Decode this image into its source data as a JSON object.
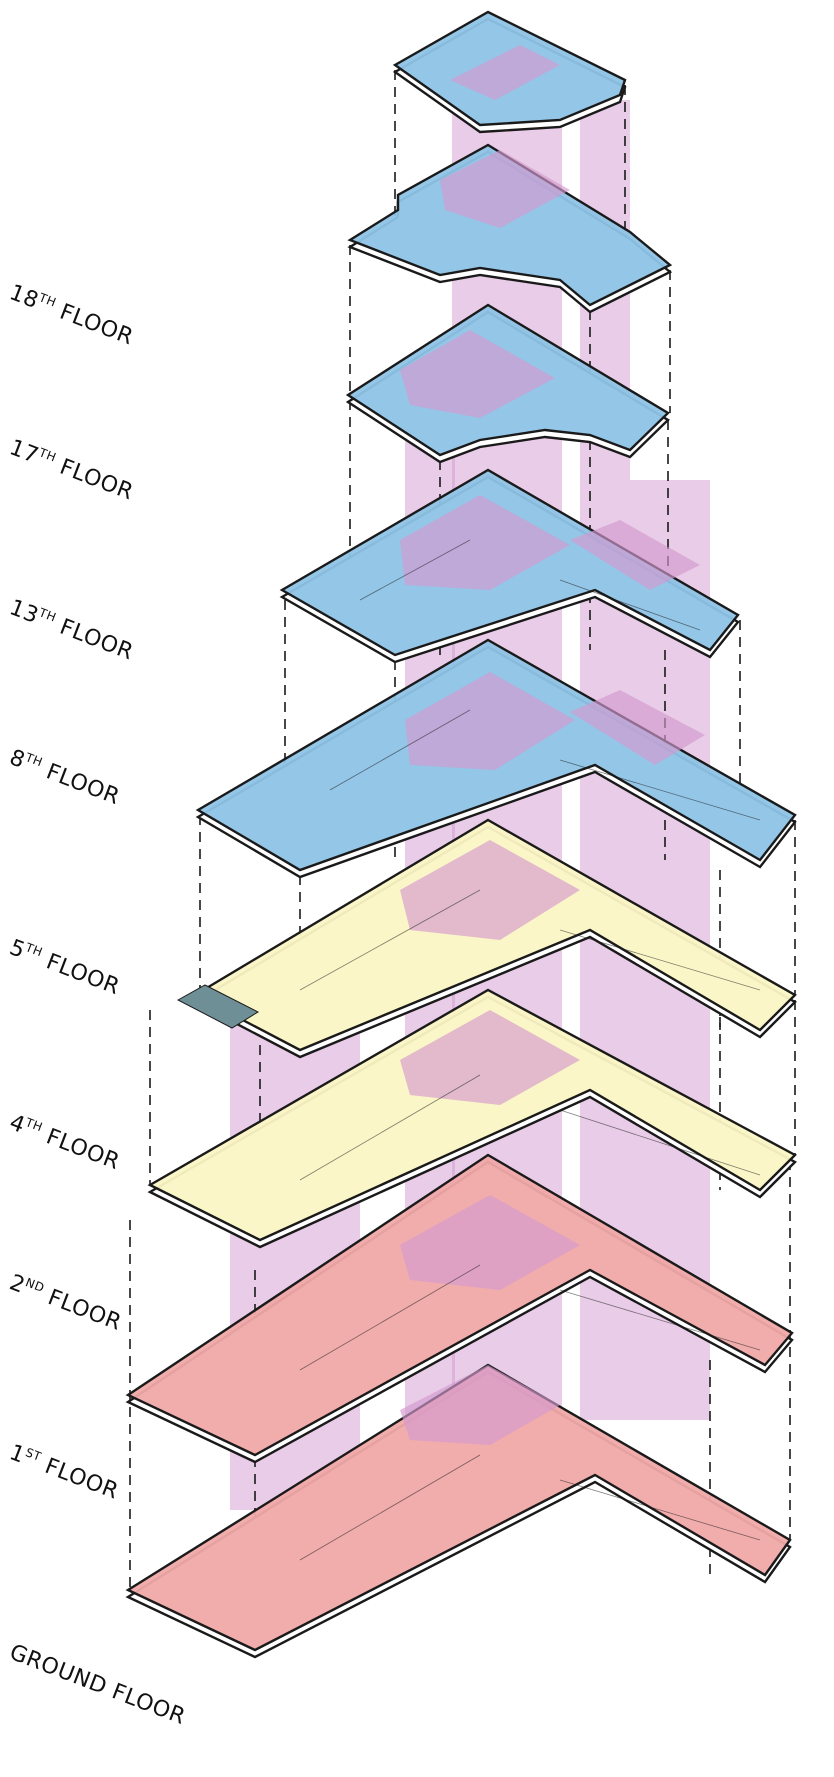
{
  "colors": {
    "blue": "#8ec3e6",
    "pink": "#f0a8a8",
    "yellow": "#fbf6c4",
    "core": "#d49ad0",
    "line": "#1a1a1a",
    "pool": "#6f8f96"
  },
  "floors": [
    {
      "num": "18",
      "suffix": "TH",
      "word": "FLOOR"
    },
    {
      "num": "17",
      "suffix": "TH",
      "word": "FLOOR"
    },
    {
      "num": "13",
      "suffix": "TH",
      "word": "FLOOR"
    },
    {
      "num": "8",
      "suffix": "TH",
      "word": "FLOOR"
    },
    {
      "num": "5",
      "suffix": "TH",
      "word": "FLOOR"
    },
    {
      "num": "4",
      "suffix": "TH",
      "word": "FLOOR"
    },
    {
      "num": "2",
      "suffix": "ND",
      "word": "FLOOR"
    },
    {
      "num": "1",
      "suffix": "ST",
      "word": "FLOOR"
    },
    {
      "num": "GROUND FLOOR",
      "suffix": "",
      "word": ""
    }
  ]
}
